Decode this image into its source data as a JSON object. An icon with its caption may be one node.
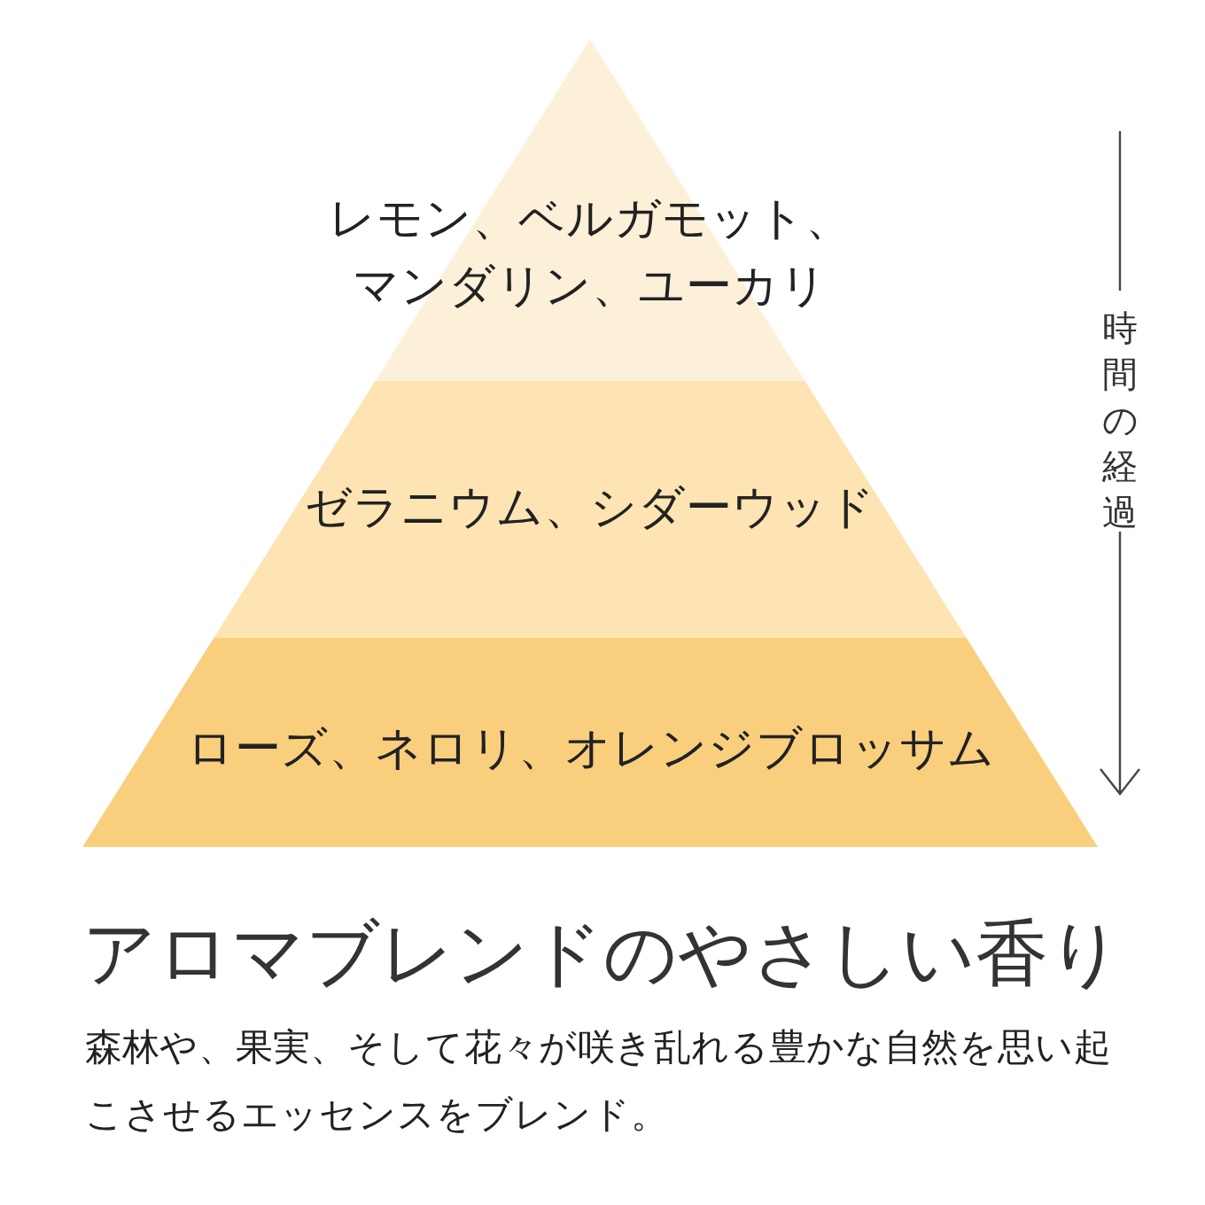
{
  "diagram": {
    "title": "アロマブレンドのやさしい香り",
    "caption": "森林や、果実、そして花々が咲き乱れる豊かな自然を思い起こさせるエッセンスをブレンド。",
    "nodes": [
      {
        "text": [
          "レモン、ベルガモット、マンダリン、ユーカリ"
        ]
      },
      {
        "text": [
          "ゼラニウム、シダーウッド"
        ]
      },
      {
        "text": [
          "ローズ、ネロリ、オレンジブロッサム"
        ]
      }
    ],
    "labels": [
      "時間の経過"
    ]
  }
}
